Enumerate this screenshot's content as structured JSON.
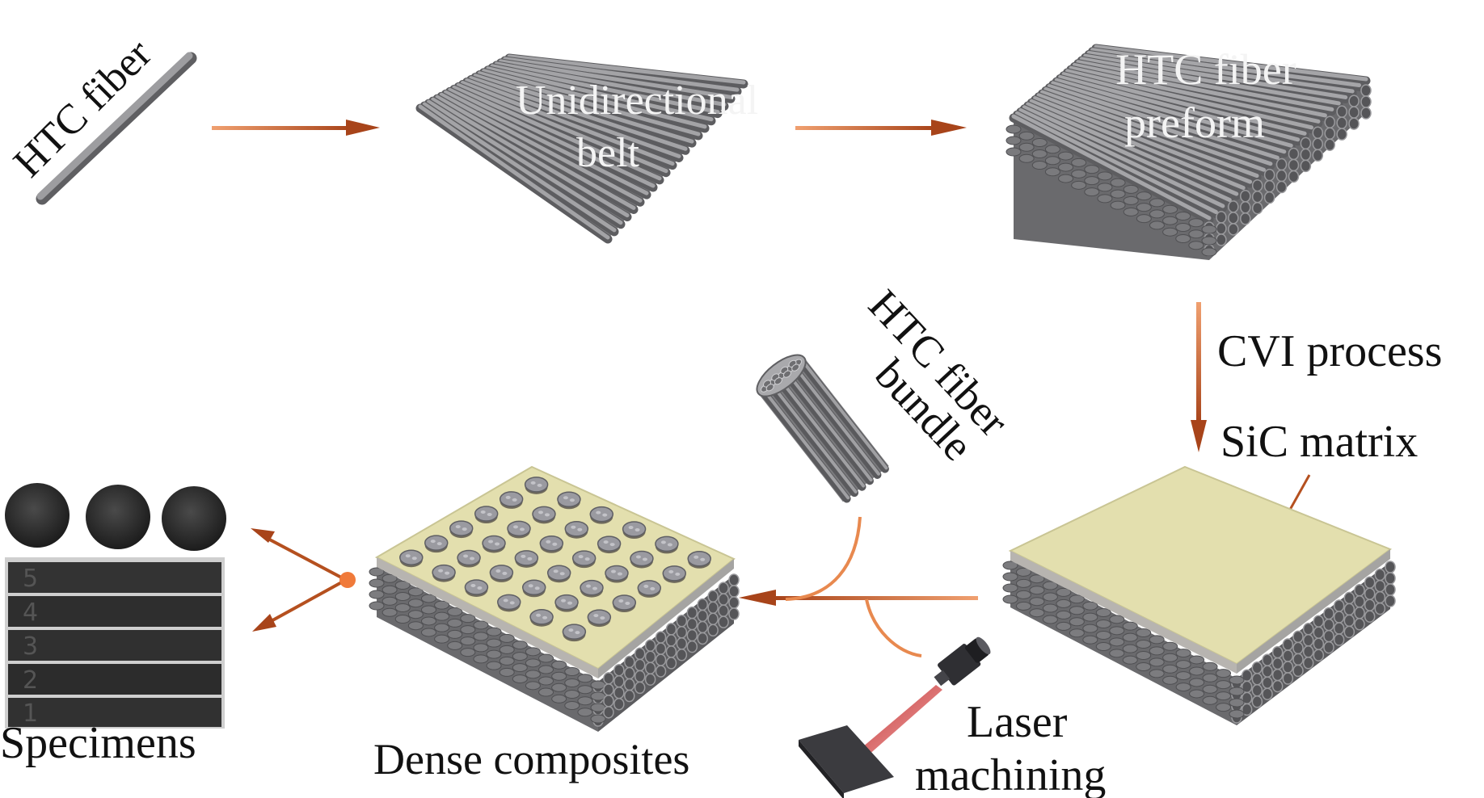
{
  "labels": {
    "htc_fiber": "HTC fiber",
    "unidirectional_belt_1": "Unidirectional",
    "unidirectional_belt_2": "belt",
    "preform_1": "HTC fiber",
    "preform_2": "preform",
    "cvi_process": "CVI process",
    "sic_matrix": "SiC matrix",
    "bundle_1": "HTC fiber",
    "bundle_2": "bundle",
    "laser_1": "Laser",
    "laser_2": "machining",
    "dense_composites": "Dense composites",
    "specimens": "Specimens",
    "specimen_numbers": [
      "5",
      "4",
      "3",
      "2",
      "1"
    ]
  },
  "colors": {
    "arrow": "#b5501f",
    "fiber": "#8a8a8c",
    "fiber_dark": "#5f5f62",
    "matrix": "#e3dfae",
    "laser_beam": "#d23a3a",
    "specimen": "#2b2b2b"
  }
}
